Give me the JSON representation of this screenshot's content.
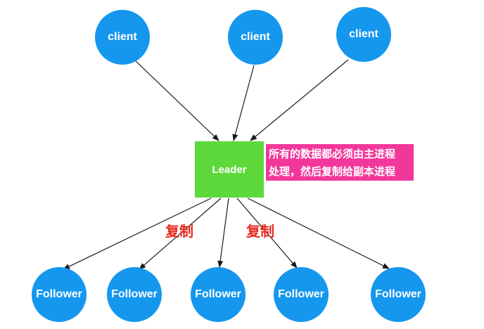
{
  "colors": {
    "node": "#1597EE",
    "leader": "#5DD93C",
    "note": "#F2379B",
    "copy_label": "#E8291C",
    "edge": "#1a1a1a"
  },
  "clients": [
    {
      "label": "client"
    },
    {
      "label": "client"
    },
    {
      "label": "client"
    }
  ],
  "leader": {
    "label": "Leader"
  },
  "note": {
    "line1": "所有的数据都必须由主进程",
    "line2": "处理，然后复制给副本进程"
  },
  "copy_labels": [
    "复制",
    "复制"
  ],
  "followers": [
    {
      "label": "Follower"
    },
    {
      "label": "Follower"
    },
    {
      "label": "Follower"
    },
    {
      "label": "Follower"
    },
    {
      "label": "Follower"
    }
  ]
}
